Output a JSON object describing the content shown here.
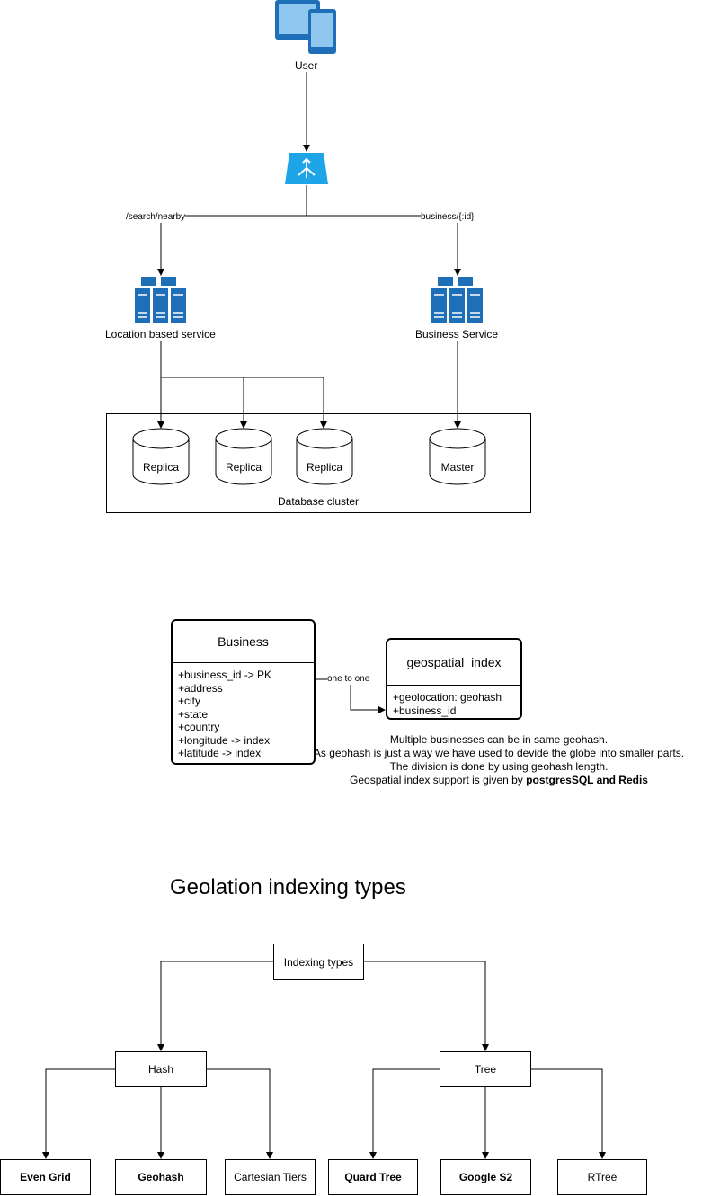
{
  "architecture": {
    "user_label": "User",
    "route_search": "/search/nearby",
    "route_business": "business/{:id}",
    "location_service_label": "Location based service",
    "business_service_label": "Business Service",
    "replicas": [
      "Replica",
      "Replica",
      "Replica"
    ],
    "master_label": "Master",
    "cluster_label": "Database cluster",
    "colors": {
      "icon_blue": "#1e6fb8",
      "lb_blue": "#1ea5e8"
    }
  },
  "schema": {
    "business": {
      "title": "Business",
      "fields": [
        "+business_id -> PK",
        "+address",
        "+city",
        "+state",
        "+country",
        "+longitude -> index",
        "+latitude -> index"
      ]
    },
    "relation_label": "one to one",
    "geo_index": {
      "title": "geospatial_index",
      "fields": [
        "+geolocation: geohash",
        "+business_id"
      ]
    },
    "notes": [
      "Multiple businesses can be in same geohash.",
      "As geohash is just a way we have used to devide the globe into smaller parts.",
      "The division is done by using geohash length."
    ],
    "note_last_prefix": "Geospatial index support is given by ",
    "note_last_bold": "postgresSQL and Redis"
  },
  "indexing": {
    "title": "Geolation indexing types",
    "root": "Indexing types",
    "hash": "Hash",
    "tree": "Tree",
    "hash_children": [
      "Even Grid",
      "Geohash",
      "Cartesian Tiers"
    ],
    "tree_children": [
      "Quard Tree",
      "Google S2",
      "RTree"
    ]
  }
}
